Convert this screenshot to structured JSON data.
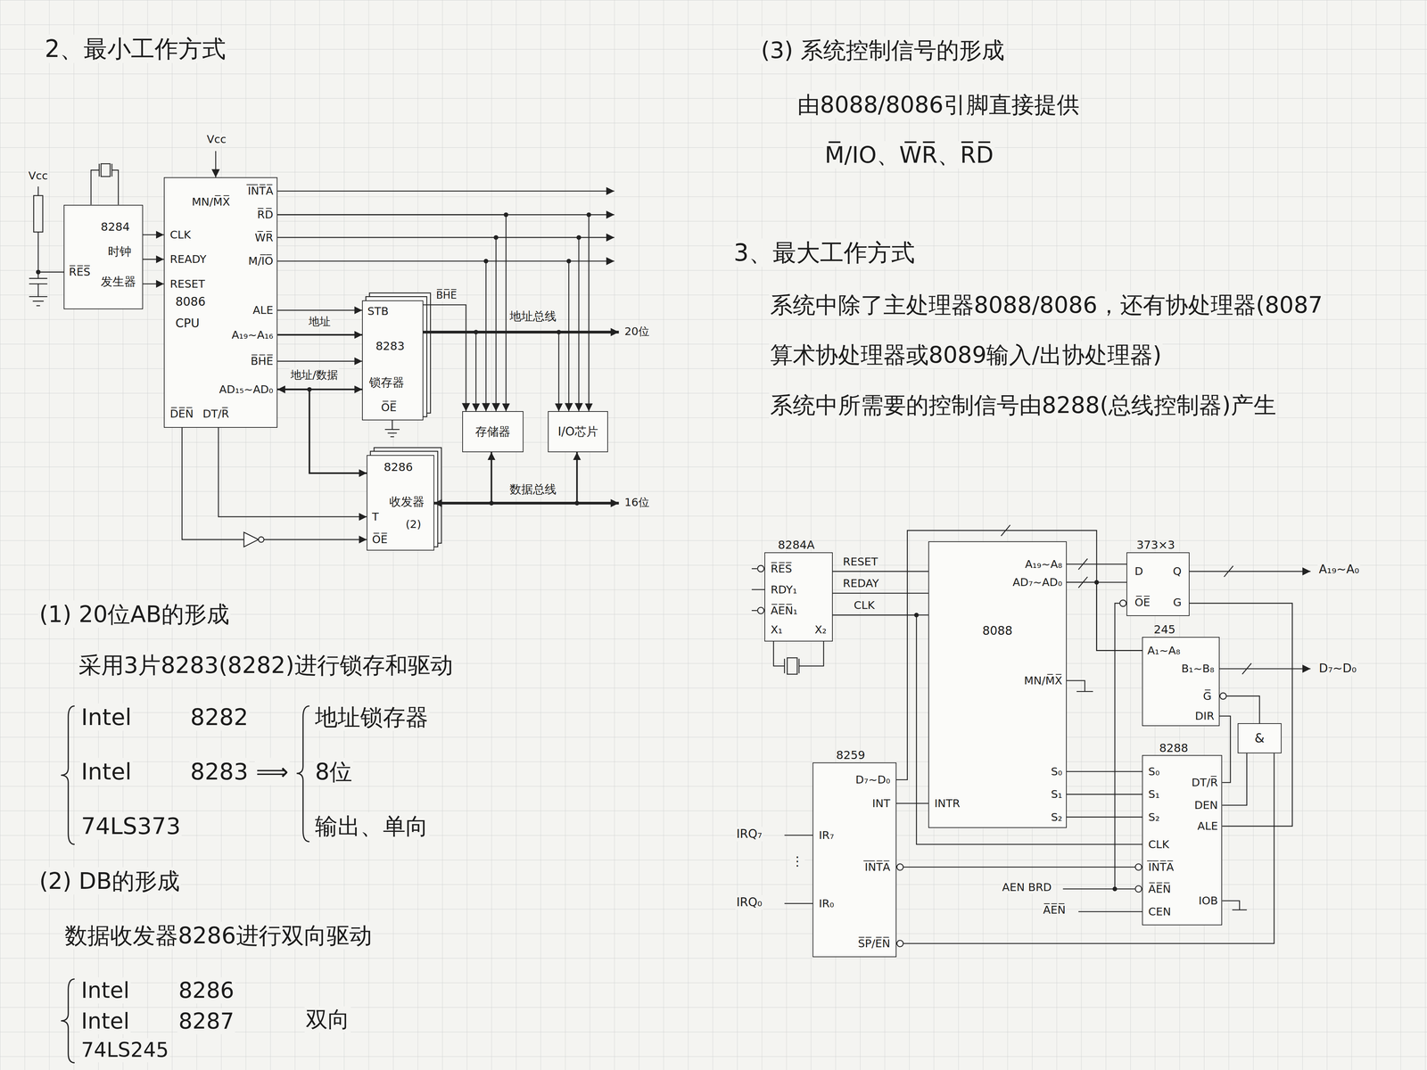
{
  "diagram": {
    "nodes": [
      {
        "text": [
          "8284",
          "时钟",
          "发生器",
          "R̅E̅S̅"
        ]
      },
      {
        "text": [
          "MN/M̅X̅",
          "I̅N̅T̅A̅",
          "R̅D̅",
          "W̅R̅",
          "M/I̅O̅",
          "CLK",
          "READY",
          "RESET",
          "8086",
          "CPU",
          "ALE",
          "A₁₉~A₁₆",
          "B̅H̅E̅",
          "AD₁₅~AD₀",
          "D̅E̅N̅",
          "DT/R̅"
        ]
      },
      {
        "text": [
          "STB",
          "8283",
          "锁存器",
          "O̅E̅"
        ]
      },
      {
        "text": [
          "8286",
          "T",
          "收发器",
          "(2)",
          "O̅E̅"
        ]
      },
      {
        "text": [
          "存储器"
        ]
      },
      {
        "text": [
          "I/O芯片"
        ]
      },
      {
        "text": [
          "8284A",
          "R̅E̅S̅",
          "RDY₁",
          "A̅E̅N̅₁",
          "X₁",
          "X₂"
        ]
      },
      {
        "text": [
          "A₁₉~A₈",
          "AD₇~AD₀",
          "8088",
          "MN/M̅X̅",
          "S₀",
          "S₁",
          "S₂",
          "INTR"
        ]
      },
      {
        "text": [
          "373×3",
          "D",
          "Q",
          "O̅E̅",
          "G"
        ]
      },
      {
        "text": [
          "245",
          "A₁~A₈",
          "B₁~B₈",
          "G̅",
          "DIR"
        ]
      },
      {
        "text": [
          "&"
        ]
      },
      {
        "text": [
          "8288",
          "S₀",
          "DT/R̅",
          "S₁",
          "DEN",
          "S₂",
          "ALE",
          "CLK",
          "I̅N̅T̅A̅",
          "A̅E̅N̅",
          "IOB",
          "CEN"
        ]
      },
      {
        "text": [
          "8259",
          "D₇~D₀",
          "INT",
          "IR₇",
          "I̅N̅T̅A̅",
          "IR₀",
          "S̅P̅/E̅N̅"
        ]
      }
    ],
    "edges": [
      {
        "from": 0,
        "to": 1,
        "arrow": "to"
      },
      {
        "from": 0,
        "to": 1,
        "arrow": "to"
      },
      {
        "from": 0,
        "to": 1,
        "arrow": "to"
      },
      {
        "from": 1,
        "to": 2,
        "arrow": "to"
      },
      {
        "from": 1,
        "to": 2,
        "label": "地址",
        "arrow": "to"
      },
      {
        "from": 1,
        "to": 2,
        "arrow": "to"
      },
      {
        "from": 1,
        "to": 2,
        "label": "地址/数据",
        "arrow": "both"
      },
      {
        "from": 1,
        "to": 3,
        "arrow": "both"
      },
      {
        "from": 1,
        "to": 3,
        "arrow": "to"
      },
      {
        "from": 1,
        "to": 3,
        "arrow": "to"
      },
      {
        "from": 1,
        "to": 4,
        "arrow": "to"
      },
      {
        "from": 1,
        "to": 5,
        "arrow": "to"
      },
      {
        "from": 2,
        "to": 4,
        "arrow": "to"
      },
      {
        "from": 2,
        "to": 5,
        "arrow": "to"
      },
      {
        "from": 3,
        "to": 4,
        "arrow": "both"
      },
      {
        "from": 3,
        "to": 5,
        "arrow": "both"
      },
      {
        "from": 6,
        "to": 7,
        "label": "RESET",
        "arrow": "none"
      },
      {
        "from": 6,
        "to": 7,
        "label": "REDAY",
        "arrow": "none"
      },
      {
        "from": 6,
        "to": 7,
        "label": "CLK",
        "arrow": "none"
      },
      {
        "from": 7,
        "to": 8,
        "arrow": "none"
      },
      {
        "from": 7,
        "to": 8,
        "arrow": "none"
      },
      {
        "from": 7,
        "to": 9,
        "arrow": "none"
      },
      {
        "from": 7,
        "to": 11,
        "arrow": "none"
      },
      {
        "from": 7,
        "to": 11,
        "arrow": "none"
      },
      {
        "from": 7,
        "to": 11,
        "arrow": "none"
      },
      {
        "from": 12,
        "to": 7,
        "arrow": "none"
      },
      {
        "from": 6,
        "to": 11,
        "arrow": "none"
      },
      {
        "from": 11,
        "to": 12,
        "arrow": "none"
      },
      {
        "from": 11,
        "to": 9,
        "arrow": "none"
      },
      {
        "from": 11,
        "to": 10,
        "arrow": "none"
      },
      {
        "from": 10,
        "to": 9,
        "arrow": "none"
      },
      {
        "from": 12,
        "to": 10,
        "arrow": "none"
      },
      {
        "from": 11,
        "to": 8,
        "arrow": "none"
      },
      {
        "from": 12,
        "to": 9,
        "arrow": "none"
      }
    ],
    "labels": [
      "2、最小工作方式",
      "Vcc",
      "Vcc",
      "B̅H̅E̅",
      "地址总线",
      "20位",
      "数据总线",
      "16位",
      "(1) 20位AB的形成",
      "采用3片8283(8282)进行锁存和驱动",
      "Intel",
      "8282",
      "Intel",
      "8283",
      "⟹",
      "74LS373",
      "地址锁存器",
      "8位",
      "输出、单向",
      "(2) DB的形成",
      "数据收发器8286进行双向驱动",
      "Intel",
      "8286",
      "Intel",
      "8287",
      "双向",
      "74LS245",
      "(3) 系统控制信号的形成",
      "由8088/8086引脚直接提供",
      "M̅/IO、W̅R̅、R̅D̅",
      "3、最大工作方式",
      "系统中除了主处理器8088/8086，还有协处理器(8087",
      "算术协处理器或8089输入/出协处理器)",
      "系统中所需要的控制信号由8288(总线控制器)产生",
      "A₁₉~A₀",
      "D₇~D₀",
      "IRQ₇",
      "⋮",
      "IRQ₀",
      "AEN BRD",
      "A̅E̅N̅"
    ]
  }
}
